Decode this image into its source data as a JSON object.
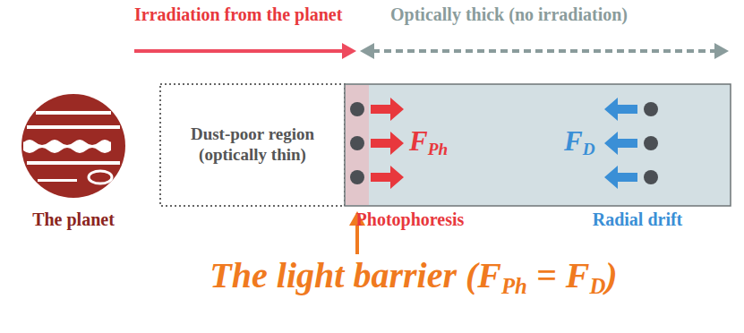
{
  "diagram": {
    "nodes": [
      {
        "text": [
          "Dust-poor region (optically thin)"
        ]
      },
      {
        "text": [
          "F",
          "Ph",
          "F",
          "D"
        ]
      }
    ],
    "labels": [
      "Irradiation from the planet",
      "Optically thick (no irradiation)",
      "The planet",
      "Photophoresis",
      "Radial drift",
      "The light barrier (",
      "F",
      "Ph",
      "=",
      "F",
      "D",
      ")"
    ]
  }
}
